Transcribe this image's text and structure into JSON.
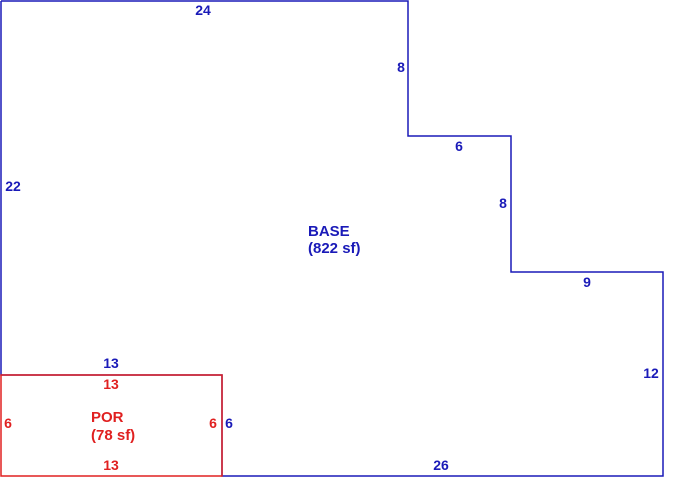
{
  "colors": {
    "base": "#1a1ab8",
    "porch": "#e02020",
    "background": "#ffffff"
  },
  "base": {
    "name": "BASE",
    "area": "(822 sf)",
    "dimensions": {
      "top": "24",
      "upper_right_step": "8",
      "middle_run": "6",
      "middle_step": "8",
      "lower_run": "9",
      "right": "12",
      "bottom": "26",
      "left": "22",
      "porch_top": "13",
      "porch_right": "6"
    }
  },
  "porch": {
    "name": "POR",
    "area": "(78 sf)",
    "dimensions": {
      "top": "13",
      "bottom": "13",
      "left": "6",
      "right": "6"
    }
  }
}
